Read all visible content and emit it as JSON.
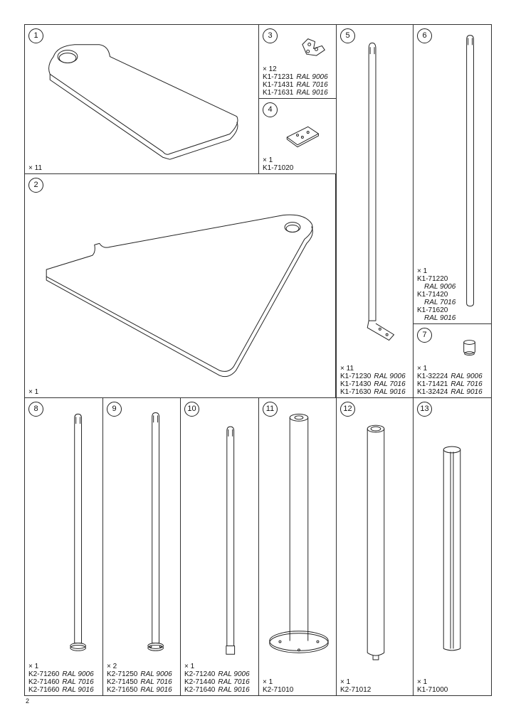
{
  "page_number": "2",
  "cells": {
    "c1": {
      "num": "1",
      "qty": "× 11",
      "parts": []
    },
    "c2": {
      "num": "2",
      "qty": "× 1",
      "parts": []
    },
    "c3": {
      "num": "3",
      "qty": "× 12",
      "parts": [
        {
          "code": "K1-71231",
          "ral": "RAL 9006"
        },
        {
          "code": "K1-71431",
          "ral": "RAL 7016"
        },
        {
          "code": "K1-71631",
          "ral": "RAL 9016"
        }
      ]
    },
    "c4": {
      "num": "4",
      "qty": "× 1",
      "parts": [
        {
          "code": "K1-71020"
        }
      ]
    },
    "c5": {
      "num": "5",
      "qty": "× 11",
      "parts": [
        {
          "code": "K1-71230",
          "ral": "RAL 9006"
        },
        {
          "code": "K1-71430",
          "ral": "RAL 7016"
        },
        {
          "code": "K1-71630",
          "ral": "RAL 9016"
        }
      ]
    },
    "c6": {
      "num": "6",
      "qty": "× 1",
      "parts": [
        {
          "code": "K1-71220"
        },
        {
          "ral": "RAL 9006"
        },
        {
          "code": "K1-71420"
        },
        {
          "ral": "RAL 7016"
        },
        {
          "code": "K1-71620"
        },
        {
          "ral": "RAL 9016"
        }
      ]
    },
    "c7": {
      "num": "7",
      "qty": "× 1",
      "parts": [
        {
          "code": "K1-32224",
          "ral": "RAL 9006"
        },
        {
          "code": "K1-71421",
          "ral": "RAL 7016"
        },
        {
          "code": "K1-32424",
          "ral": "RAL 9016"
        }
      ]
    },
    "c8": {
      "num": "8",
      "qty": "× 1",
      "parts": [
        {
          "code": "K2-71260",
          "ral": "RAL 9006"
        },
        {
          "code": "K2-71460",
          "ral": "RAL 7016"
        },
        {
          "code": "K2-71660",
          "ral": "RAL 9016"
        }
      ]
    },
    "c9": {
      "num": "9",
      "qty": "× 2",
      "parts": [
        {
          "code": "K2-71250",
          "ral": "RAL 9006"
        },
        {
          "code": "K2-71450",
          "ral": "RAL 7016"
        },
        {
          "code": "K2-71650",
          "ral": "RAL 9016"
        }
      ]
    },
    "c10": {
      "num": "10",
      "qty": "× 1",
      "parts": [
        {
          "code": "K2-71240",
          "ral": "RAL 9006"
        },
        {
          "code": "K2-71440",
          "ral": "RAL 7016"
        },
        {
          "code": "K2-71640",
          "ral": "RAL 9016"
        }
      ]
    },
    "c11": {
      "num": "11",
      "qty": "× 1",
      "parts": [
        {
          "code": "K2-71010"
        }
      ]
    },
    "c12": {
      "num": "12",
      "qty": "× 1",
      "parts": [
        {
          "code": "K2-71012"
        }
      ]
    },
    "c13": {
      "num": "13",
      "qty": "× 1",
      "parts": [
        {
          "code": "K1-71000"
        }
      ]
    }
  }
}
